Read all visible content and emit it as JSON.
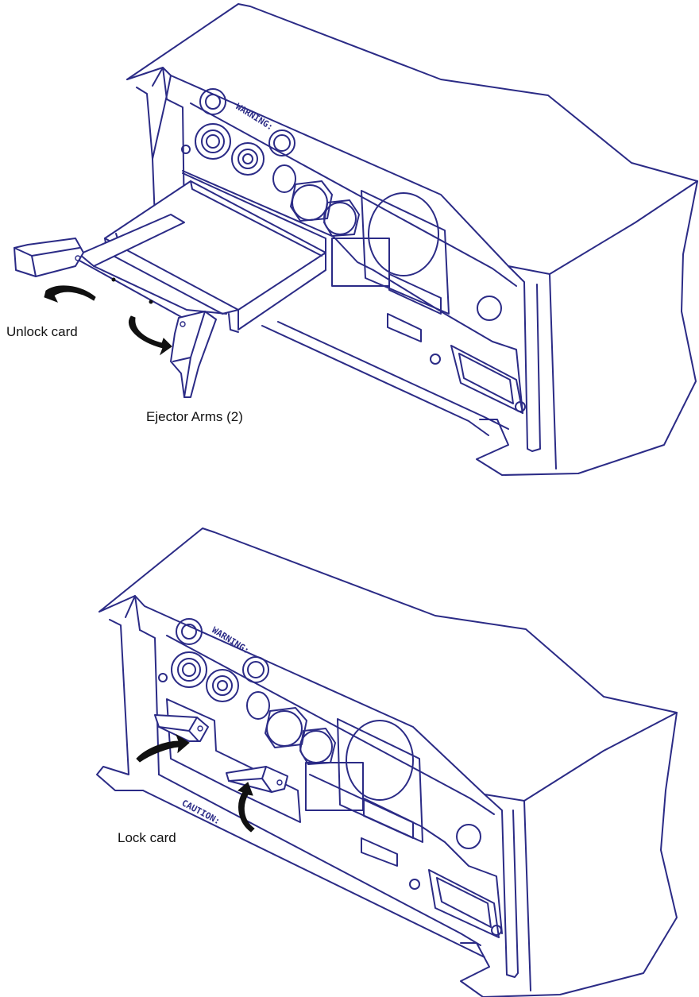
{
  "top_panel": {
    "label_unlock": "Unlock card",
    "label_ejector": "Ejector Arms (2)",
    "stamp_warning": "WARNING:"
  },
  "bottom_panel": {
    "label_lock": "Lock card",
    "stamp_warning": "WARNING:",
    "stamp_caution": "CAUTION:"
  },
  "colors": {
    "line": "#2b2b86",
    "arrow": "#111111",
    "background": "#ffffff"
  }
}
